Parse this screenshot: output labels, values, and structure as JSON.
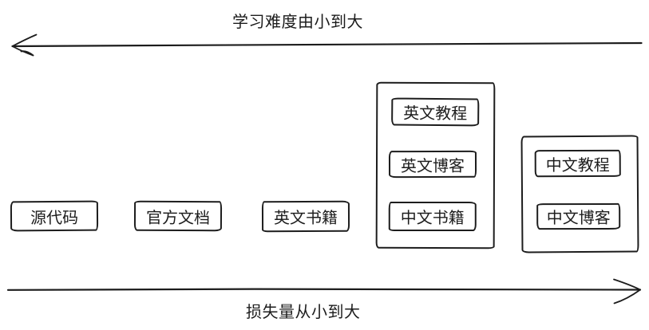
{
  "diagram": {
    "background_color": "#ffffff",
    "stroke_color": "#1c1c1c",
    "top_axis": {
      "label": "学习难度由小到大",
      "arrow_direction": "left"
    },
    "bottom_axis": {
      "label": "损失量从小到大",
      "arrow_direction": "right"
    },
    "standalone_boxes": [
      {
        "label": "源代码"
      },
      {
        "label": "官方文档"
      },
      {
        "label": "英文书籍"
      }
    ],
    "groups": [
      {
        "items": [
          {
            "label": "英文教程"
          },
          {
            "label": "英文博客"
          },
          {
            "label": "中文书籍"
          }
        ]
      },
      {
        "items": [
          {
            "label": "中文教程"
          },
          {
            "label": "中文博客"
          }
        ]
      }
    ]
  }
}
